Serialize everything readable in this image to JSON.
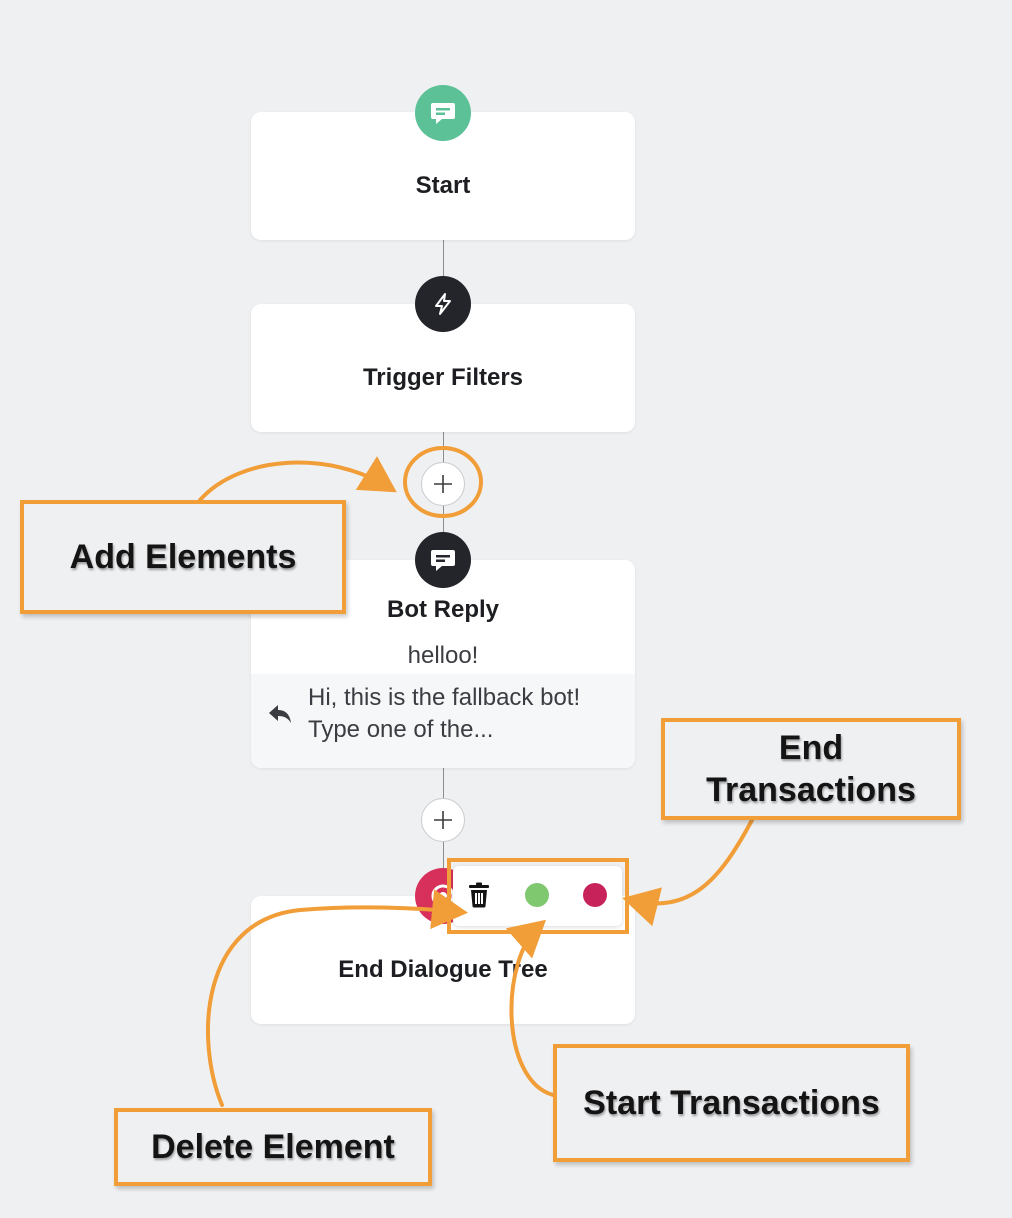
{
  "flow": {
    "start": {
      "title": "Start",
      "icon": "chat-bubble-icon"
    },
    "trigger_filters": {
      "title": "Trigger Filters",
      "icon": "lightning-bolt-icon"
    },
    "bot_reply": {
      "title": "Bot Reply",
      "message": "helloo!",
      "fallback_text": "Hi, this is the fallback bot! Type one of the...",
      "icon": "chat-bubble-icon",
      "fallback_icon": "reply-arrow-icon"
    },
    "end_dialogue": {
      "title": "End Dialogue Tree",
      "icon": "stop-icon"
    },
    "add_element_icon": "plus-icon",
    "toolbar": {
      "delete_icon": "trash-icon",
      "start_transaction_color": "#7fc86f",
      "end_transaction_color": "#c8225a"
    }
  },
  "annotations": {
    "add_elements": "Add Elements",
    "end_transactions_line1": "End",
    "end_transactions_line2": "Transactions",
    "start_transactions": "Start Transactions",
    "delete_element": "Delete Element"
  },
  "colors": {
    "start_icon_bg": "#5cc196",
    "dark_icon_bg": "#23252b",
    "end_icon_bg": "#d6305b",
    "annotation_orange": "#f19d38"
  }
}
